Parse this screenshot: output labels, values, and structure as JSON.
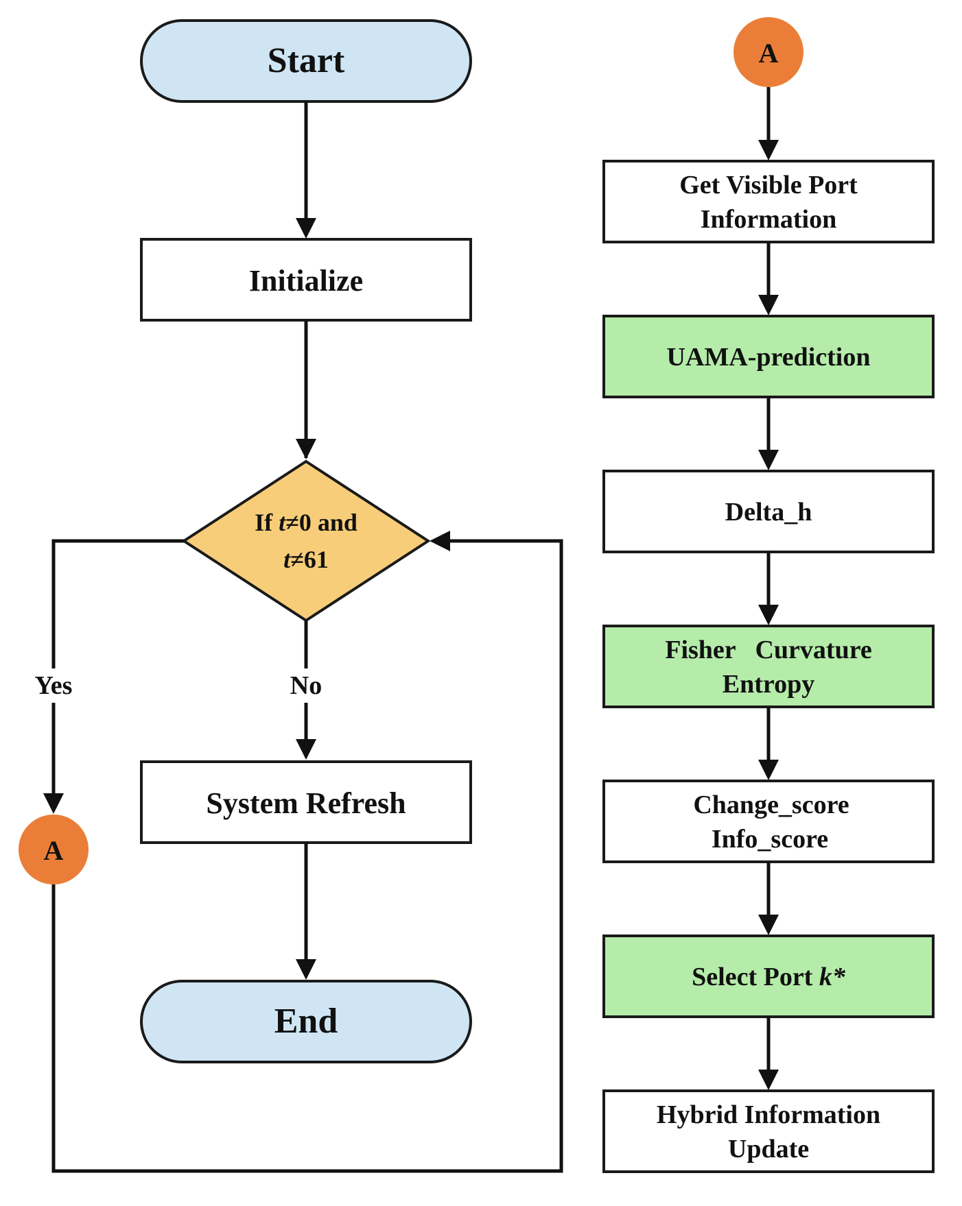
{
  "colors": {
    "terminal_fill": "#cfe5f3",
    "decision_fill": "#f7cd79",
    "highlight_fill": "#b5ecaa",
    "connector_fill": "#ea7e38",
    "process_fill": "#ffffff",
    "stroke": "#1a1a1a"
  },
  "main_flow": {
    "start": "Start",
    "initialize": "Initialize",
    "decision": {
      "line1_prefix": "If ",
      "var1": "t",
      "line1_suffix": "≠0 and",
      "var2": "t",
      "line2_suffix": "≠61"
    },
    "yes_label": "Yes",
    "no_label": "No",
    "system_refresh": "System Refresh",
    "end": "End",
    "connector_label": "A"
  },
  "sub_flow": {
    "connector_label": "A",
    "get_port_line1": "Get Visible Port",
    "get_port_line2": "Information",
    "uama": "UAMA-prediction",
    "delta_h": "Delta_h",
    "fisher_line1": "Fisher   Curvature",
    "fisher_line2": "Entropy",
    "change_score": "Change_score",
    "info_score": "Info_score",
    "select_port_prefix": "Select Port ",
    "select_port_var": "k*",
    "hybrid_line1": "Hybrid Information",
    "hybrid_line2": "Update"
  }
}
